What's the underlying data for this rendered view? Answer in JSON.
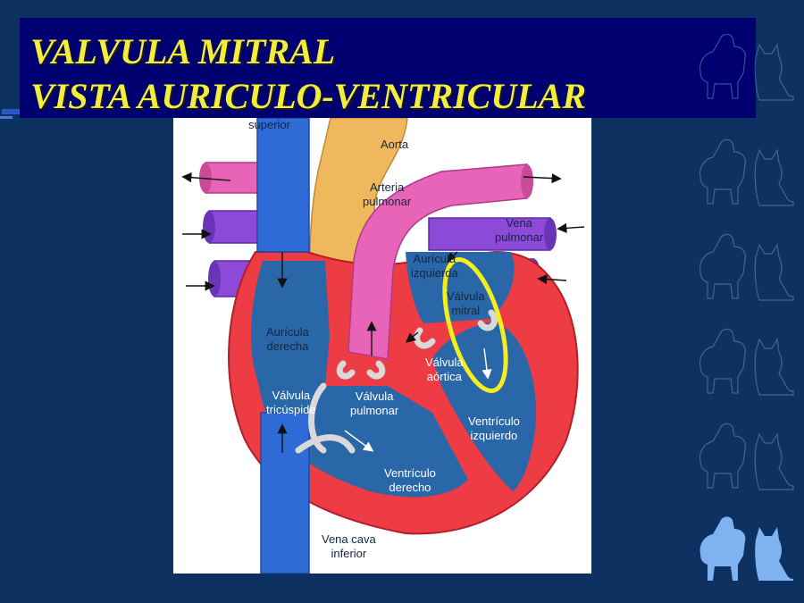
{
  "slide": {
    "title_line1": "VALVULA MITRAL",
    "title_line2": "VISTA AURICULO-VENTRICULAR",
    "colors": {
      "background": "#0d3160",
      "title_box": "#000070",
      "title_text": "#f2ee3a",
      "highlight": "#f2ee20"
    }
  },
  "diagram": {
    "labels": {
      "vena_cava_superior": "superior",
      "aorta": "Aorta",
      "arteria_pulmonar": "Arteria\npulmonar",
      "vena_pulmonar": "Vena\npulmonar",
      "auricula_izquierda": "Aurícula\nizquierda",
      "valvula_mitral": "Válvula\nmitral",
      "auricula_derecha": "Aurícula\nderecha",
      "valvula_aortica": "Válvula\naórtica",
      "valvula_tricuspide": "Válvula\ntricúspide",
      "valvula_pulmonar": "Válvula\npulmonar",
      "ventriculo_izquierdo": "Ventrículo\nizquierdo",
      "ventriculo_derecho": "Ventrículo\nderecho",
      "vena_cava_inferior": "Vena cava\ninferior"
    },
    "icons": [
      "dog-cat-silhouette-icon",
      "arrow-icon",
      "highlight-ellipse-icon"
    ]
  }
}
